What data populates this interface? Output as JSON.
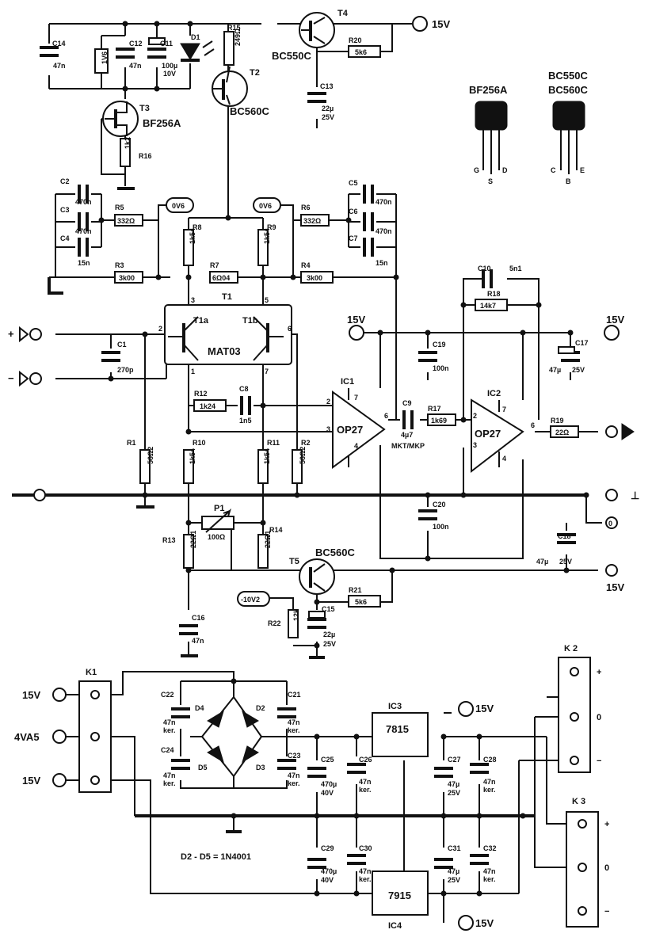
{
  "supply": {
    "pos": "15V",
    "neg": "15V",
    "in_a": "15V",
    "in_b": "15V",
    "ac_mid": "4VA5",
    "reg_pos": "15V",
    "reg_neg": "15V"
  },
  "ref_voltages": {
    "a": "0V6",
    "b": "0V6",
    "c": "-10V2",
    "d": "1V6"
  },
  "transistors": {
    "t1": "T1",
    "t1a": "T1a",
    "t1b": "T1b",
    "t1_part": "MAT03",
    "t2": "T2",
    "t2_part": "BC560C",
    "t3": "T3",
    "t3_part": "BF256A",
    "t4": "T4",
    "t4_part": "BC550C",
    "t5": "T5",
    "t5_part": "BC560C"
  },
  "pins": {
    "p1": "1",
    "p2": "2",
    "p3": "3",
    "p5": "5",
    "p6": "6",
    "p7": "7"
  },
  "opamps": {
    "ic1": "IC1",
    "ic1_part": "OP27",
    "ic1_p2": "2",
    "ic1_p3": "3",
    "ic1_p4": "4",
    "ic1_p6": "6",
    "ic1_p7": "7",
    "ic2": "IC2",
    "ic2_part": "OP27",
    "ic2_p2": "2",
    "ic2_p3": "3",
    "ic2_p4": "4",
    "ic2_p6": "6",
    "ic2_p7": "7"
  },
  "resistors": [
    {
      "name": "R1",
      "value": "56Ω2"
    },
    {
      "name": "R2",
      "value": "56Ω2"
    },
    {
      "name": "R3",
      "value": "3k00"
    },
    {
      "name": "R4",
      "value": "3k00"
    },
    {
      "name": "R5",
      "value": "332Ω"
    },
    {
      "name": "R6",
      "value": "332Ω"
    },
    {
      "name": "R7",
      "value": "6Ω04"
    },
    {
      "name": "R8",
      "value": "1k54"
    },
    {
      "name": "R9",
      "value": "1k54"
    },
    {
      "name": "R10",
      "value": "1k54"
    },
    {
      "name": "R11",
      "value": "1k54"
    },
    {
      "name": "R12",
      "value": "1k24"
    },
    {
      "name": "R13",
      "value": "22Ω1"
    },
    {
      "name": "R14",
      "value": "22Ω1"
    },
    {
      "name": "R15",
      "value": "249Ω"
    },
    {
      "name": "R16",
      "value": "1k2"
    },
    {
      "name": "R17",
      "value": "1k69"
    },
    {
      "name": "R18",
      "value": "14k7"
    },
    {
      "name": "R19",
      "value": "22Ω"
    },
    {
      "name": "R20",
      "value": "5k6"
    },
    {
      "name": "R21",
      "value": "5k6"
    },
    {
      "name": "R22",
      "value": "12k"
    },
    {
      "name": "P1",
      "value": "100Ω"
    }
  ],
  "caps": {
    "c1": "C1",
    "c1v": "270p",
    "c2": "C2",
    "c2v": "470n",
    "c3": "C3",
    "c3v": "470n",
    "c4": "C4",
    "c4v": "15n",
    "c5": "C5",
    "c5v": "470n",
    "c6": "C6",
    "c6v": "470n",
    "c7": "C7",
    "c7v": "15n",
    "c8": "C8",
    "c8v": "1n5",
    "c9": "C9",
    "c9v": "4µ7",
    "c9t": "MKT/MKP",
    "c10": "C10",
    "c10v": "5n1",
    "c11": "C11",
    "c11v": "100µ",
    "c11u": "10V",
    "c12": "C12",
    "c12v": "47n",
    "c13": "C13",
    "c13v": "22µ",
    "c13u": "25V",
    "c14": "C14",
    "c14v": "47n",
    "c15": "C15",
    "c15v": "22µ",
    "c15u": "25V",
    "c16": "C16",
    "c16v": "47n",
    "c17": "C17",
    "c17v": "47µ",
    "c17u": "25V",
    "c18": "C18",
    "c18v": "47µ",
    "c18u": "25V",
    "c19": "C19",
    "c19v": "100n",
    "c20": "C20",
    "c20v": "100n",
    "c21": "C21",
    "c22": "C22",
    "c23": "C23",
    "c24": "C24",
    "c26": "C26",
    "c28": "C28",
    "c30": "C30",
    "c32": "C32",
    "c47n": "47n",
    "ker": "ker.",
    "c25": "C25",
    "c25v": "470µ",
    "c25u": "40V",
    "c27": "C27",
    "c27v": "47µ",
    "c27u": "25V",
    "c29": "C29",
    "c29v": "470µ",
    "c29u": "40V",
    "c31": "C31",
    "c31v": "47µ",
    "c31u": "25V"
  },
  "diodes": {
    "d1": "D1",
    "d2": "D2",
    "d3": "D3",
    "d4": "D4",
    "d5": "D5",
    "note": "D2 - D5 = 1N4001"
  },
  "regulators": {
    "ic3": "IC3",
    "ic3_part": "7815",
    "ic4": "IC4",
    "ic4_part": "7915"
  },
  "connectors": {
    "k1": "K1",
    "k2": "K 2",
    "k3": "K 3",
    "plus": "+",
    "zero": "0",
    "minus": "−"
  },
  "pinouts": {
    "fet_name": "BF256A",
    "fet_g": "G",
    "fet_s": "S",
    "fet_d": "D",
    "bjt_name1": "BC550C",
    "bjt_name2": "BC560C",
    "bjt_c": "C",
    "bjt_b": "B",
    "bjt_e": "E"
  },
  "io": {
    "in_plus": "+",
    "in_minus": "−",
    "gnd": "⊥",
    "out_zero": "0"
  }
}
